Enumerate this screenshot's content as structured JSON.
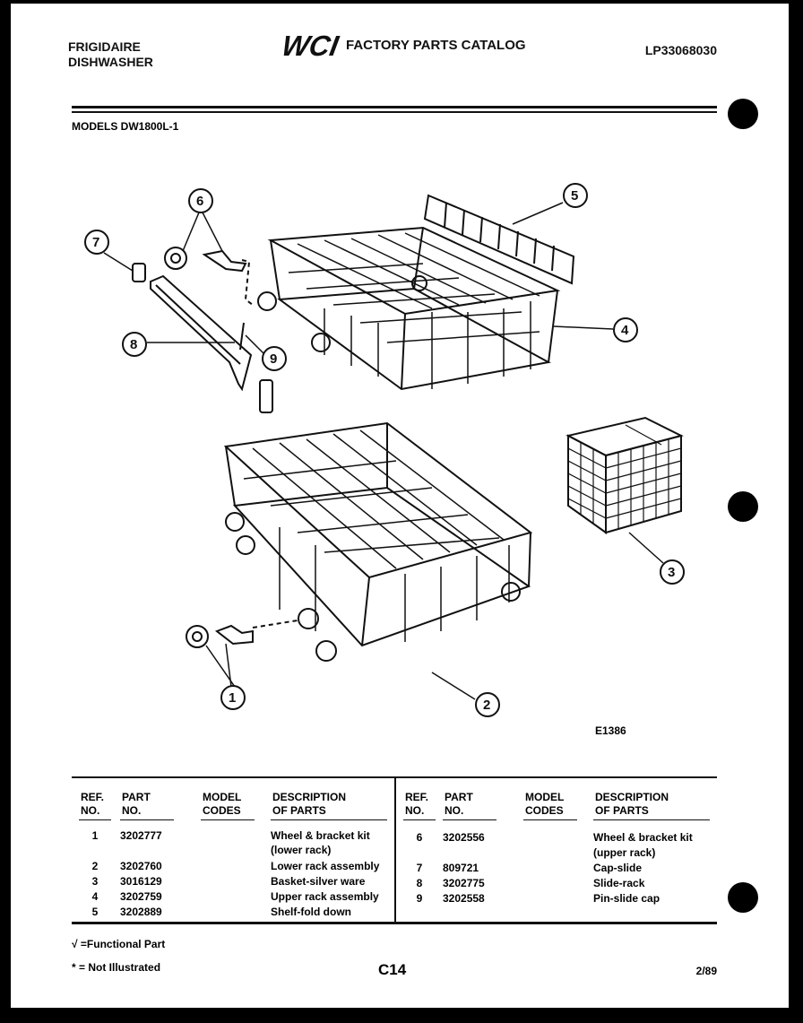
{
  "header": {
    "brand_line1": "FRIGIDAIRE",
    "brand_line2": "DISHWASHER",
    "logo_text": "WCI",
    "catalog_title": "FACTORY PARTS CATALOG",
    "catalog_code": "LP33068030"
  },
  "models_label": "MODELS DW1800L-1",
  "diagram": {
    "figure_code": "E1386",
    "callouts": [
      "1",
      "2",
      "3",
      "4",
      "5",
      "6",
      "7",
      "8",
      "9"
    ]
  },
  "table": {
    "headers": {
      "ref_line1": "REF.",
      "ref_line2": "NO.",
      "part_line1": "PART",
      "part_line2": "NO.",
      "model_line1": "MODEL",
      "model_line2": "CODES",
      "desc_line1": "DESCRIPTION",
      "desc_line2": "OF PARTS"
    },
    "left_rows": [
      {
        "ref": "1",
        "part": "3202777",
        "desc": "Wheel & bracket kit"
      },
      {
        "ref": "",
        "part": "",
        "desc": "(lower rack)"
      },
      {
        "ref": "2",
        "part": "3202760",
        "desc": "Lower rack assembly"
      },
      {
        "ref": "3",
        "part": "3016129",
        "desc": "Basket-silver ware"
      },
      {
        "ref": "4",
        "part": "3202759",
        "desc": "Upper rack assembly"
      },
      {
        "ref": "5",
        "part": "3202889",
        "desc": "Shelf-fold down"
      }
    ],
    "right_rows": [
      {
        "ref": "6",
        "part": "3202556",
        "desc": "Wheel & bracket kit"
      },
      {
        "ref": "",
        "part": "",
        "desc": "(upper rack)"
      },
      {
        "ref": "7",
        "part": "809721",
        "desc": "Cap-slide"
      },
      {
        "ref": "8",
        "part": "3202775",
        "desc": "Slide-rack"
      },
      {
        "ref": "9",
        "part": "3202558",
        "desc": "Pin-slide cap"
      }
    ]
  },
  "footer": {
    "functional_part": "√ =Functional Part",
    "not_illustrated": "* = Not Illustrated",
    "page_code": "C14",
    "date": "2/89"
  }
}
